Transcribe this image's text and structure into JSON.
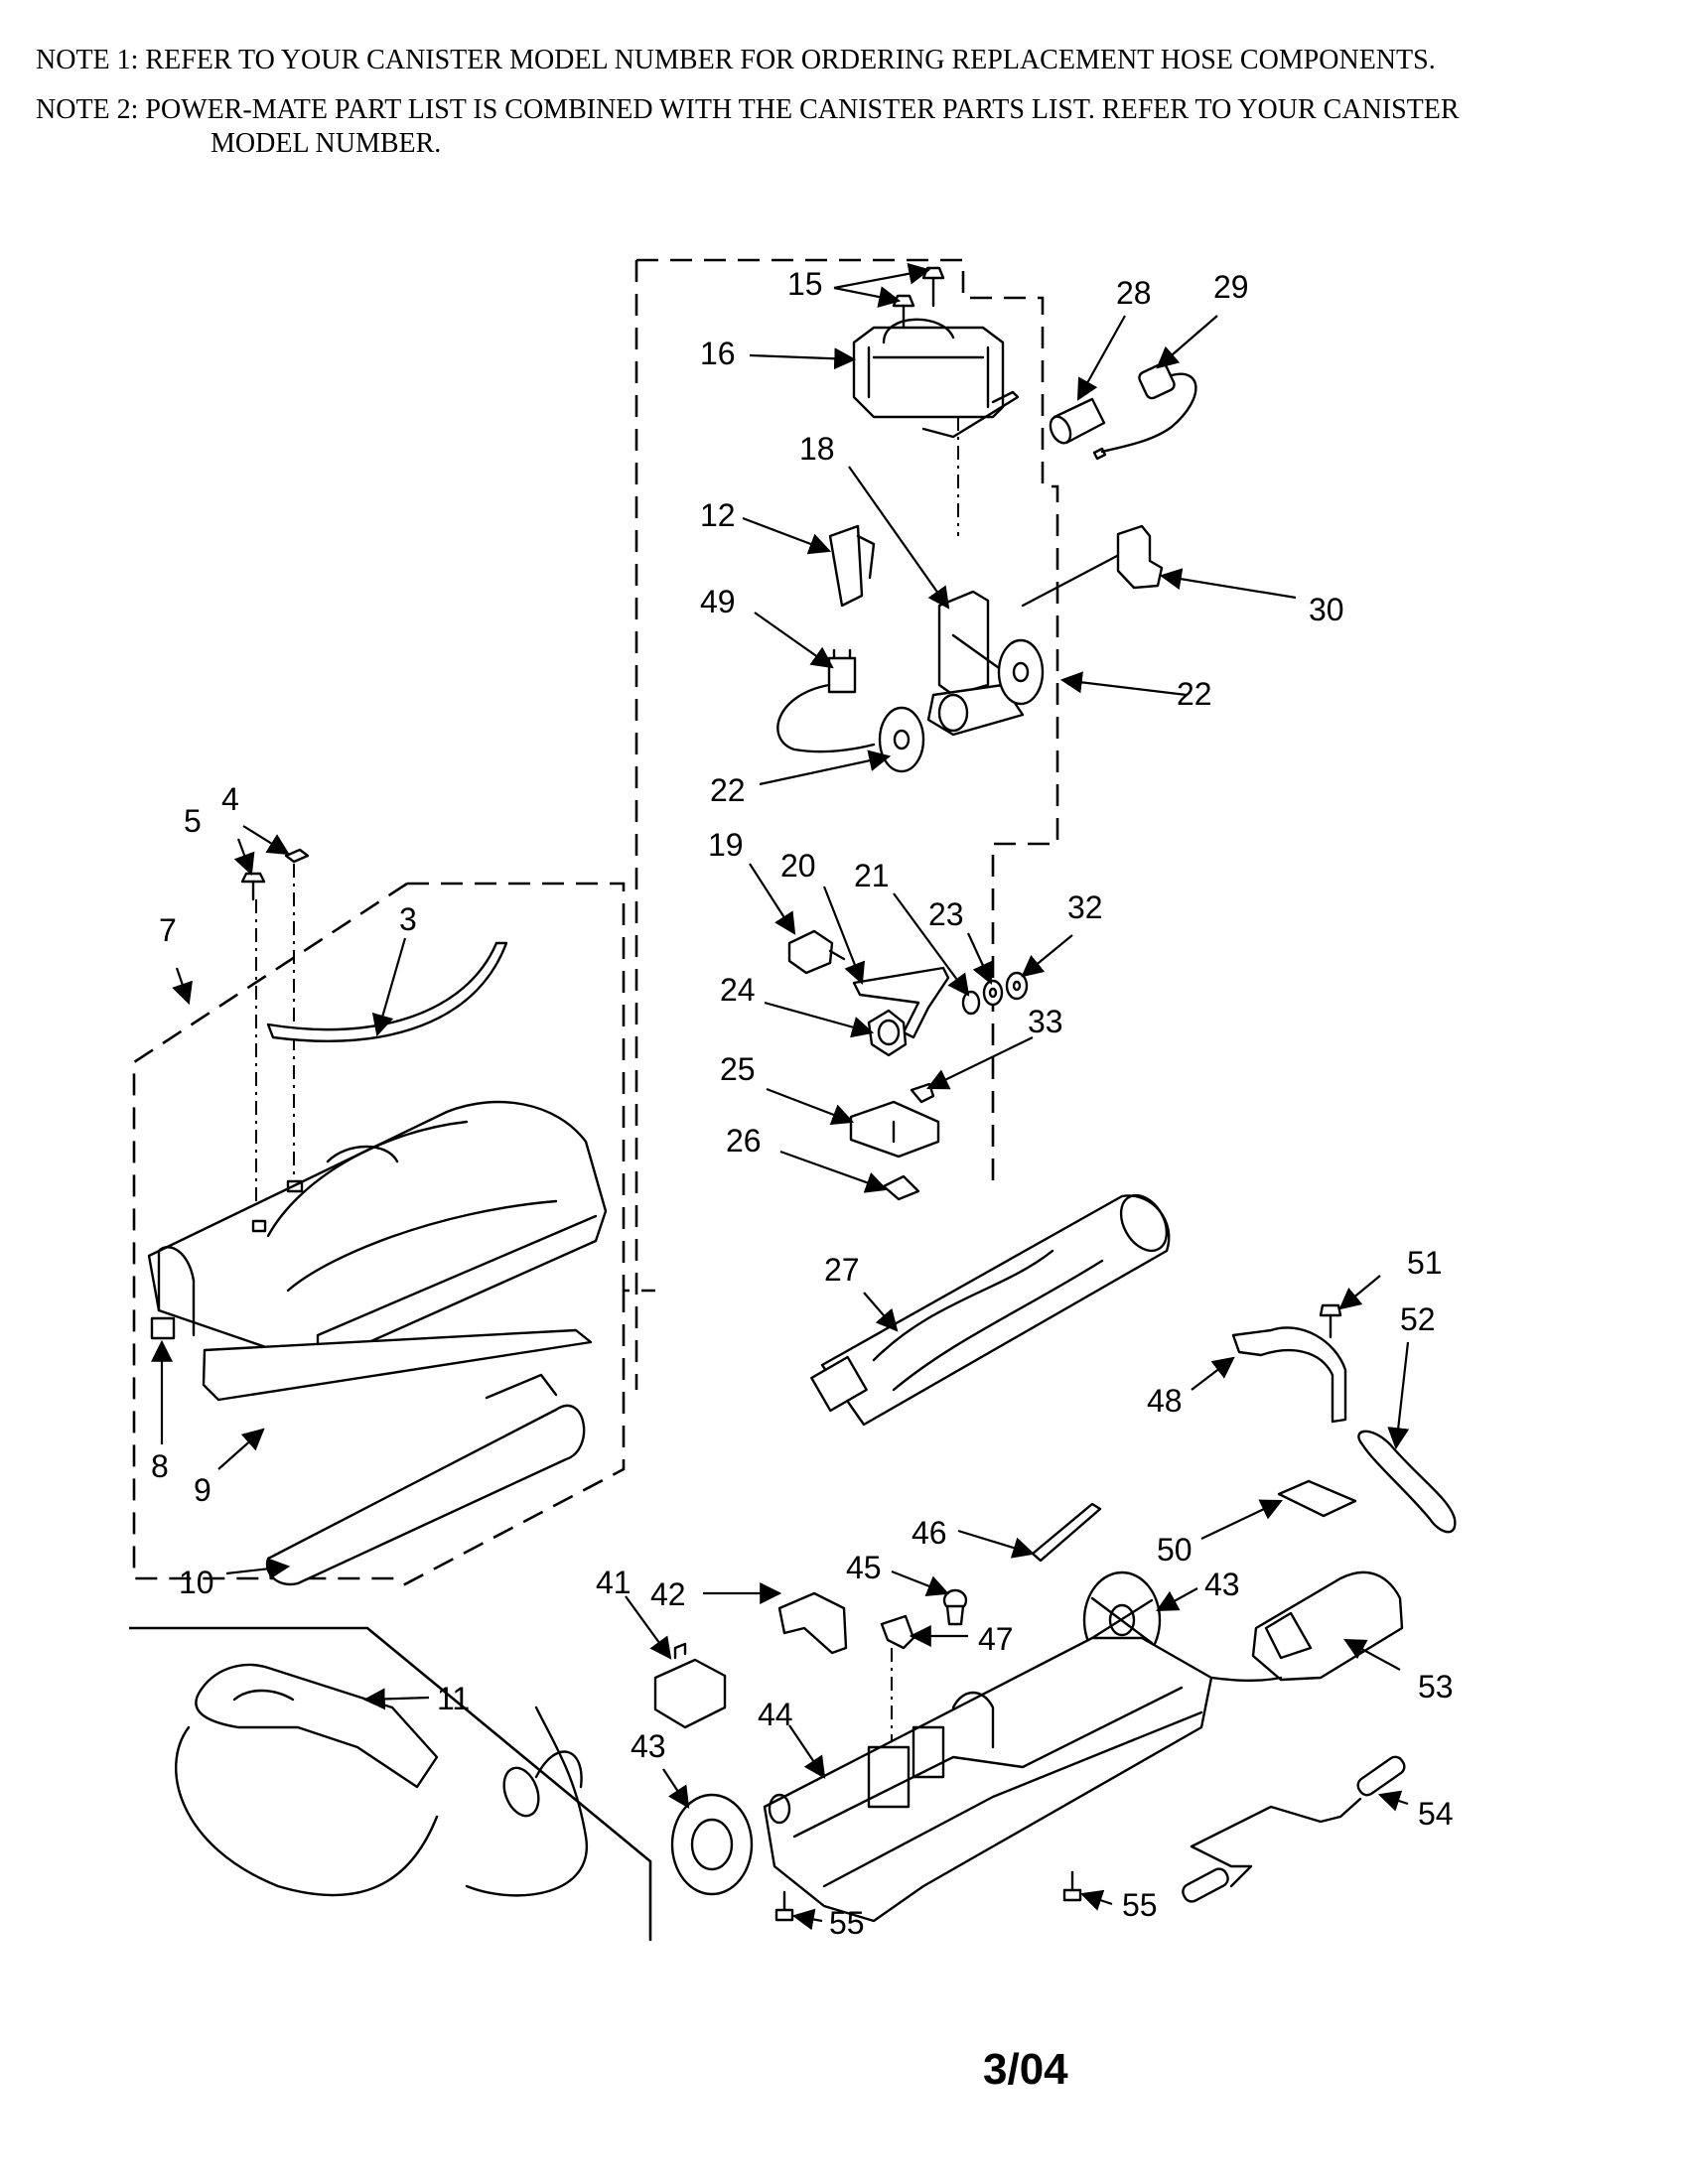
{
  "notes": {
    "note1": "NOTE 1: REFER TO YOUR CANISTER MODEL NUMBER FOR ORDERING REPLACEMENT HOSE COMPONENTS.",
    "note2_line1": "NOTE 2: POWER-MATE PART LIST IS COMBINED WITH THE CANISTER PARTS LIST. REFER TO YOUR CANISTER",
    "note2_line2": "MODEL NUMBER."
  },
  "callouts": {
    "c15": "15",
    "c16": "16",
    "c28": "28",
    "c29": "29",
    "c18": "18",
    "c12": "12",
    "c49": "49",
    "c30": "30",
    "c22a": "22",
    "c22b": "22",
    "c4": "4",
    "c5": "5",
    "c3": "3",
    "c7": "7",
    "c19": "19",
    "c20": "20",
    "c21": "21",
    "c23": "23",
    "c32": "32",
    "c24": "24",
    "c33": "33",
    "c25": "25",
    "c26": "26",
    "c27": "27",
    "c51": "51",
    "c52": "52",
    "c48": "48",
    "c8": "8",
    "c9": "9",
    "c10": "10",
    "c46": "46",
    "c50": "50",
    "c45": "45",
    "c43a": "43",
    "c41": "41",
    "c42": "42",
    "c47": "47",
    "c53": "53",
    "c11": "11",
    "c44": "44",
    "c43b": "43",
    "c54": "54",
    "c55a": "55",
    "c55b": "55"
  },
  "footer": {
    "date": "3/04"
  }
}
